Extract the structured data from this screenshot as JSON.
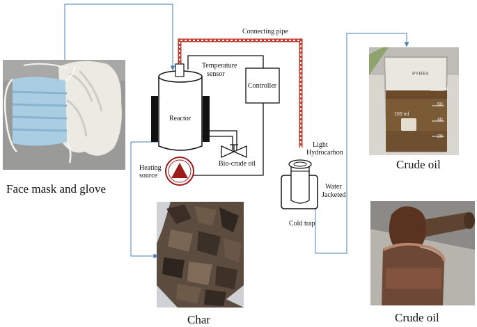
{
  "captions": {
    "face_mask": "Face mask and glove",
    "char": "Char",
    "crude_oil_top": "Crude oil",
    "crude_oil_bottom": "Crude oil"
  },
  "labels": {
    "connecting_pipe": "Connecting pipe",
    "temperature_sensor_1": "Temperature",
    "temperature_sensor_2": "sensor",
    "controller": "Controller",
    "reactor": "Reactor",
    "heating_source_1": "Heating",
    "heating_source_2": "source",
    "bio_crude_oil": "Bio-crude oil",
    "light_hydrocarbon_1": "Light",
    "light_hydrocarbon_2": "Hydrocarbon",
    "water_jacketed_1": "Water",
    "water_jacketed_2": "Jacketed",
    "cold_trap": "Cold trap"
  },
  "beaker_marks": {
    "brand": "PYREX",
    "m80": "80 ml",
    "m60": "60",
    "m40": "40",
    "m20": "20",
    "m100": "100 ml"
  },
  "colors": {
    "flow_line": "#4a7fb5",
    "pipe_red": "#c0392b",
    "heater_red": "#9e1b1b",
    "ink": "#111111"
  }
}
